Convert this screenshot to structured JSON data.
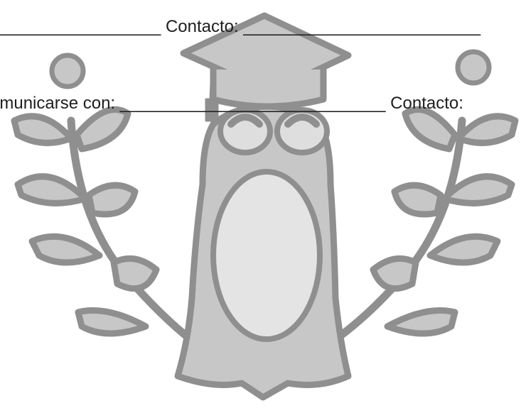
{
  "form": {
    "line1": {
      "blank_before": "__________________",
      "contact_label": "Contacto:",
      "blank_after": "_________________________"
    },
    "line2": {
      "communicate_label": "omunicarse con:",
      "blank": "____________________________",
      "contact_label": "Contacto:"
    }
  },
  "watermark": {
    "icon": "owl-graduate-laurel-icon",
    "colors": {
      "outline": "#8f8f8f",
      "fill": "#c7c7c7",
      "light": "#dedede",
      "belly": "#e4e4e4"
    }
  }
}
